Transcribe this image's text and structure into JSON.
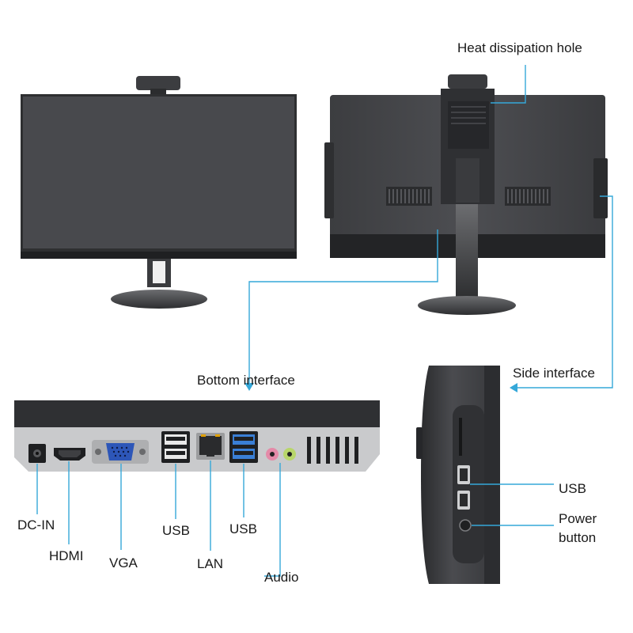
{
  "labels": {
    "heat_dissipation_hole": "Heat dissipation hole",
    "bottom_interface": "Bottom interface",
    "side_interface": "Side interface",
    "dc_in": "DC-IN",
    "hdmi": "HDMI",
    "vga": "VGA",
    "usb_left": "USB",
    "lan": "LAN",
    "usb_right": "USB",
    "audio": "Audio",
    "usb_side": "USB",
    "power_button_line1": "Power",
    "power_button_line2": "button"
  },
  "colors": {
    "leader_line": "#35a8d9",
    "monitor_dark": "#3a3b3e",
    "screen": "#4a4b4f",
    "panel_silver": "#c9cacc"
  },
  "icons": [
    "dc-in-port-icon",
    "hdmi-port-icon",
    "vga-port-icon",
    "usb-port-icon",
    "lan-port-icon",
    "usb3-port-icon",
    "audio-jack-icon",
    "power-button-icon"
  ]
}
